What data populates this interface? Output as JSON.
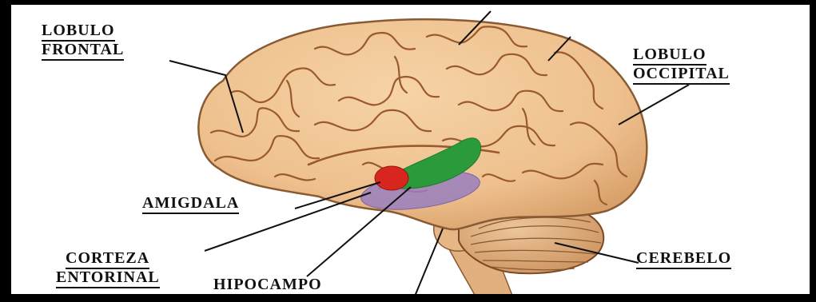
{
  "labels": {
    "frontal_lobe": [
      "LOBULO",
      "FRONTAL"
    ],
    "occipital_lobe": [
      "LOBULO",
      "OCCIPITAL"
    ],
    "amygdala": "AMIGDALA",
    "entorhinal_cortex": [
      "CORTEZA",
      "ENTORINAL"
    ],
    "hippocampus": "HIPOCAMPO",
    "cerebellum": "CEREBELO"
  },
  "colors": {
    "border": "#000000",
    "brain_fill": "#eec08e",
    "brain_shadow": "#c98f5a",
    "gyri_lines": "#9a5a2e",
    "amygdala": "#d8261e",
    "hippocampus": "#2a9a3a",
    "entorhinal_cortex": "#9a7fc0",
    "cerebellum": "#d8a978",
    "leader_lines": "#111111"
  }
}
